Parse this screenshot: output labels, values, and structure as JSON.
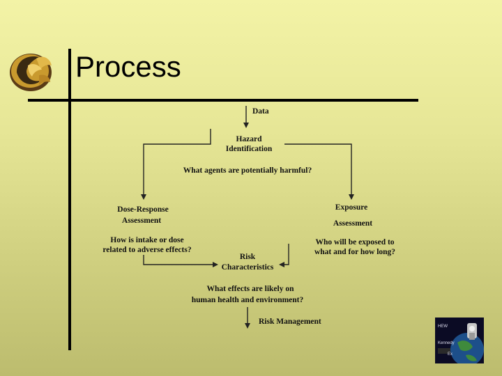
{
  "slide": {
    "title": "Process"
  },
  "diagram": {
    "data": "Data",
    "hazard": [
      "Hazard",
      "Identification"
    ],
    "hazard_question": "What agents are potentially harmful?",
    "dose": [
      "Dose-Response",
      "Assessment"
    ],
    "dose_question": [
      "How is intake or dose",
      "related to adverse effects?"
    ],
    "exposure": [
      "Exposure",
      "Assessment"
    ],
    "exposure_question": [
      "Who will be exposed to",
      "what and for how long?"
    ],
    "risk": [
      "Risk",
      "Characteristics"
    ],
    "risk_question": [
      "What effects are likely on",
      "human health and environment?"
    ],
    "management": "Risk Management"
  },
  "badge": {
    "line1": "HEW",
    "line2": "Kennedy",
    "line3": "Ex"
  },
  "colors": {
    "background_top": "#f3f3a6",
    "background_bottom": "#bcbc6e",
    "rule": "#000000",
    "logo_gold": "#c99a2e",
    "logo_dark": "#3a2a12"
  },
  "icons": {
    "logo": "pegasus-logo-icon",
    "badge": "globe-badge-icon"
  }
}
